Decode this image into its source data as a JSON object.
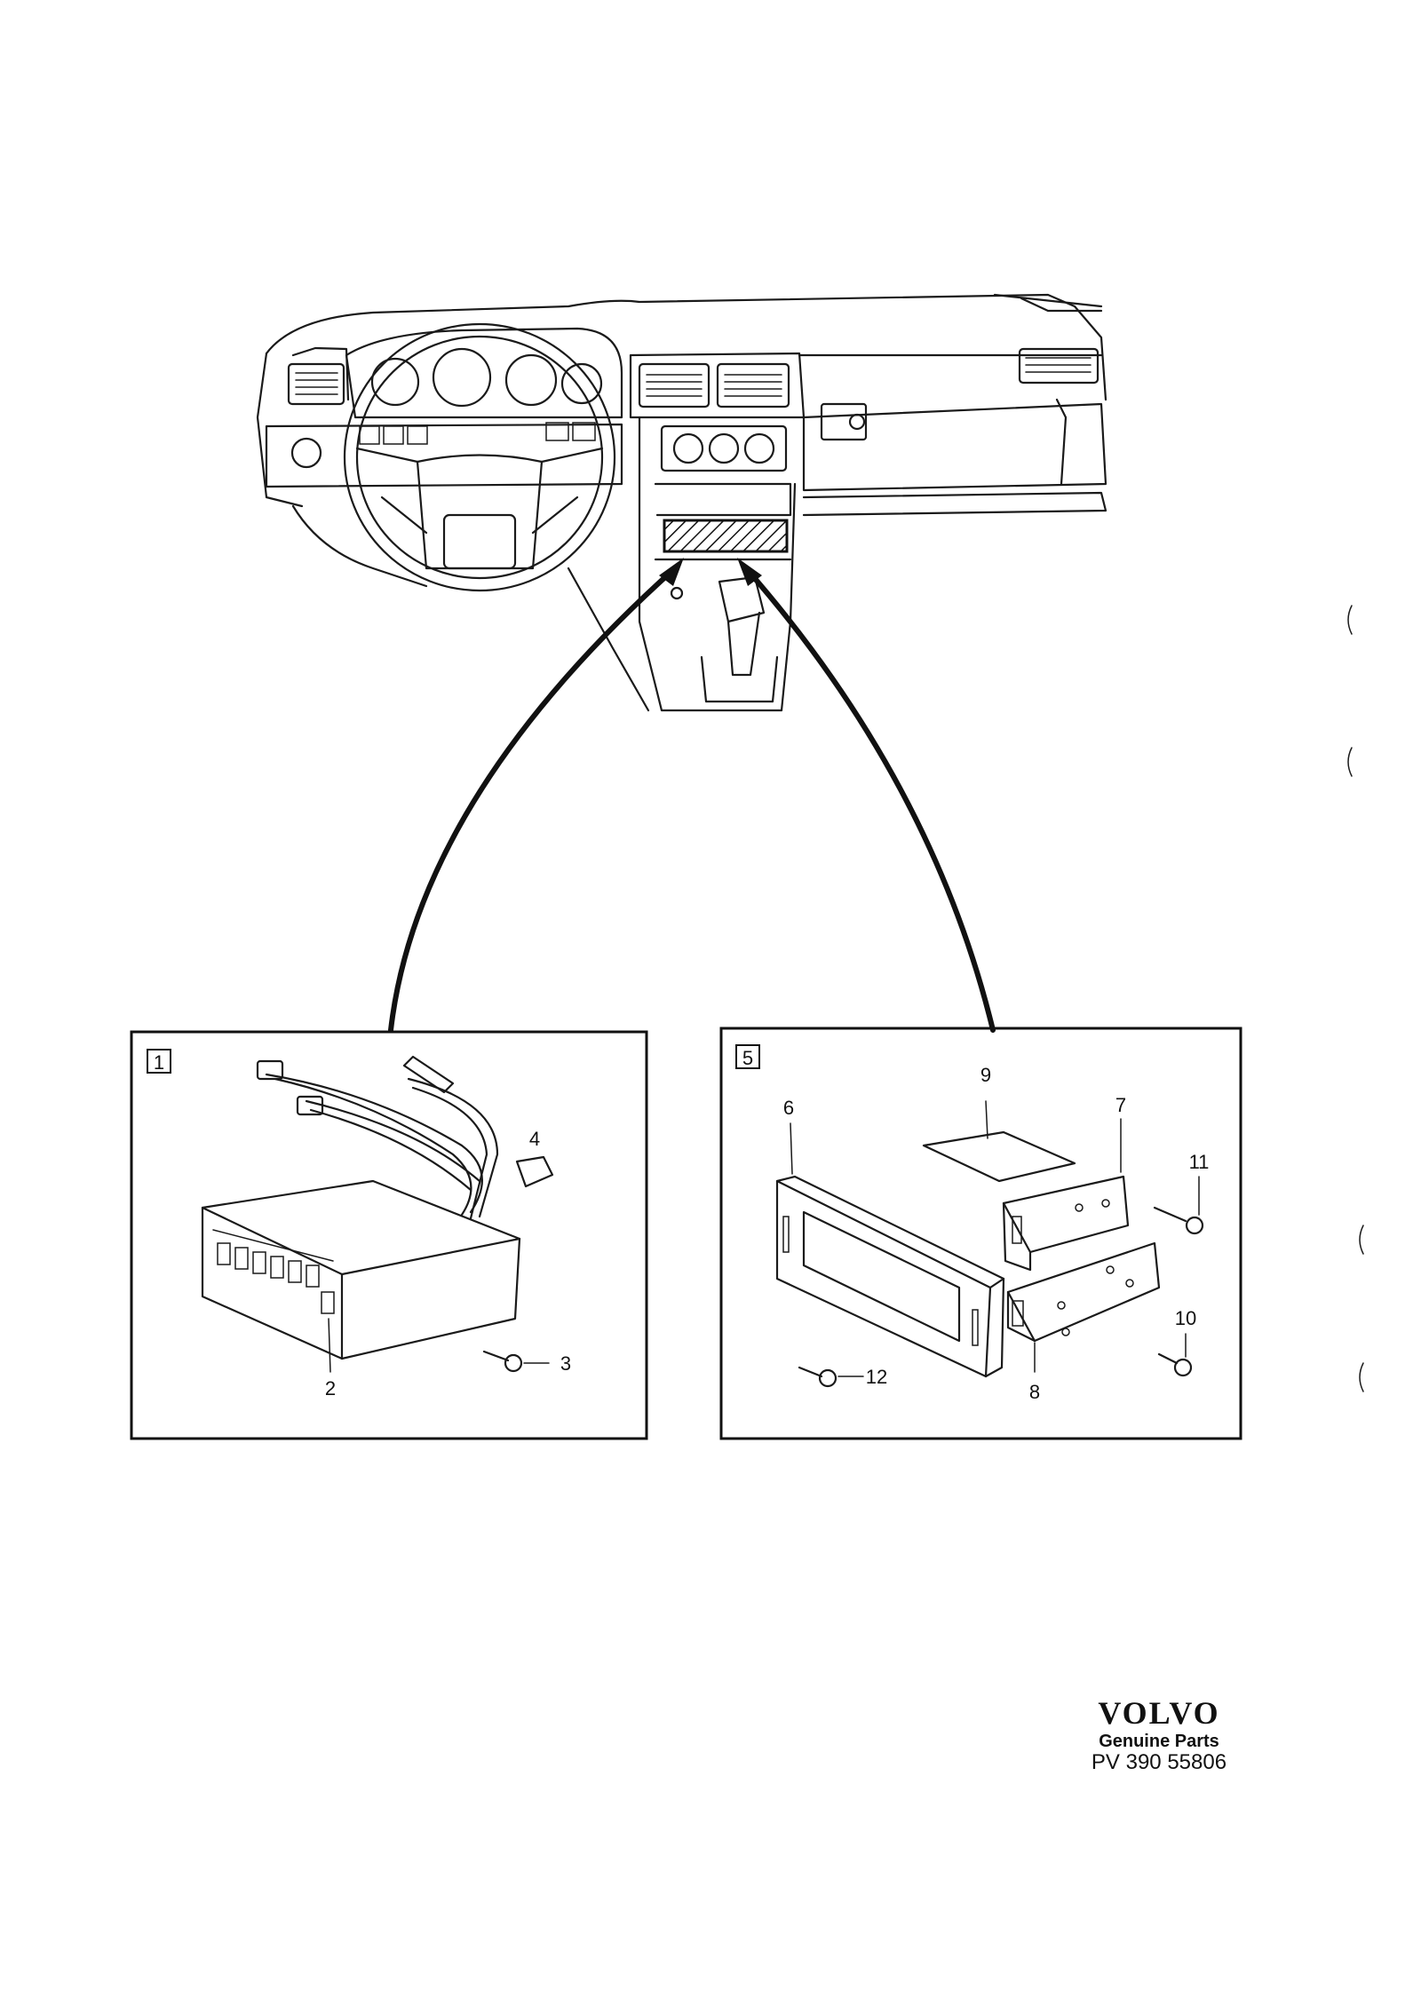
{
  "callouts": {
    "box1": "1",
    "box5": "5",
    "p2": "2",
    "p3": "3",
    "p4": "4",
    "p6": "6",
    "p7": "7",
    "p8": "8",
    "p9": "9",
    "p10": "10",
    "p11": "11",
    "p12": "12"
  },
  "brand": {
    "logo": "VOLVO",
    "tagline": "Genuine Parts",
    "ref": "PV 390 55806"
  }
}
